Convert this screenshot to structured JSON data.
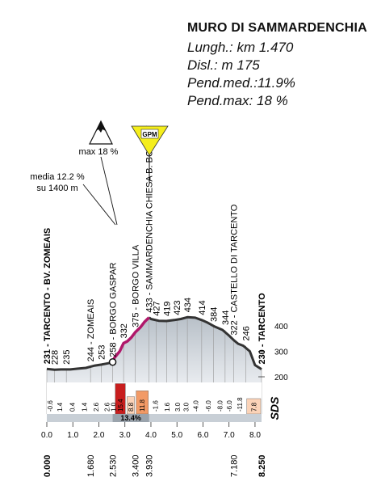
{
  "info": {
    "climb_name": "MURO DI SAMMARDENCHIA",
    "length": "Lungh.: km 1.470",
    "climb": "Disl.: m 175",
    "avg_gradient": "Pend.med.:11.9%",
    "max_gradient": "Pend.max: 18 %"
  },
  "annotations": {
    "max_label": "max 18 %",
    "media_line1": "media 12.2 %",
    "media_line2": "su 1400 m",
    "gpm": "GPM",
    "grade_band": "13.4%",
    "logo": "SDS"
  },
  "colors": {
    "profile_line": "#333333",
    "climb_line": "#b0186a",
    "grid": "#999999",
    "fill_top": "#b8c0c8",
    "fill_bottom": "#e8ebef",
    "gpm_yellow": "#f5ee1c",
    "bar_high": "#c81e1e",
    "bar_mid": "#f29a66",
    "bar_low": "#fbd3b8",
    "axis_band": "#c8cfd6"
  },
  "chart_data": {
    "type": "area",
    "title": "",
    "xlabel": "",
    "ylabel": "",
    "xlim": [
      0,
      8.25
    ],
    "ylim": [
      200,
      400
    ],
    "grid": true,
    "y_ticks": [
      200,
      300,
      400
    ],
    "x_ticks": [
      0.0,
      1.0,
      2.0,
      3.0,
      4.0,
      5.0,
      6.0,
      7.0,
      8.0
    ],
    "profile": {
      "x": [
        0.0,
        0.3,
        0.55,
        0.9,
        1.2,
        1.5,
        1.68,
        1.85,
        2.1,
        2.35,
        2.53,
        2.6,
        2.8,
        2.95,
        3.1,
        3.25,
        3.4,
        3.6,
        3.75,
        3.93,
        4.0,
        4.3,
        4.6,
        4.9,
        5.15,
        5.4,
        5.7,
        5.95,
        6.15,
        6.45,
        6.75,
        7.0,
        7.18,
        7.35,
        7.55,
        7.8,
        8.0,
        8.25
      ],
      "y": [
        231,
        228,
        229,
        229,
        232,
        235,
        240,
        244,
        248,
        253,
        258,
        275,
        300,
        332,
        340,
        355,
        375,
        395,
        415,
        433,
        427,
        420,
        419,
        423,
        427,
        434,
        432,
        423,
        414,
        397,
        384,
        362,
        344,
        330,
        322,
        300,
        246,
        230
      ]
    },
    "climb_segment": [
      2.53,
      3.93
    ],
    "top_labels": [
      {
        "km": 0.0,
        "alt": "231",
        "name": "TARCENTO - BV. ZOMEAIS",
        "bold": true
      },
      {
        "km": 0.3,
        "alt": "228",
        "name": ""
      },
      {
        "km": 0.75,
        "alt": "235",
        "name": ""
      },
      {
        "km": 1.68,
        "alt": "244",
        "name": "ZOMEAIS"
      },
      {
        "km": 2.1,
        "alt": "253",
        "name": ""
      },
      {
        "km": 2.53,
        "alt": "258",
        "name": "BORGO GASPAR"
      },
      {
        "km": 2.95,
        "alt": "332",
        "name": ""
      },
      {
        "km": 3.4,
        "alt": "375",
        "name": "BORGO VILLA"
      },
      {
        "km": 3.93,
        "alt": "433",
        "name": "SAMMARDENCHIA CHIESA B. BOSCUT"
      },
      {
        "km": 4.2,
        "alt": "427",
        "name": ""
      },
      {
        "km": 4.6,
        "alt": "419",
        "name": ""
      },
      {
        "km": 5.0,
        "alt": "423",
        "name": ""
      },
      {
        "km": 5.4,
        "alt": "434",
        "name": ""
      },
      {
        "km": 5.95,
        "alt": "414",
        "name": ""
      },
      {
        "km": 6.4,
        "alt": "384",
        "name": ""
      },
      {
        "km": 6.85,
        "alt": "344",
        "name": ""
      },
      {
        "km": 7.18,
        "alt": "322",
        "name": "CASTELLO DI TARCENTO"
      },
      {
        "km": 7.65,
        "alt": "246",
        "name": ""
      },
      {
        "km": 8.25,
        "alt": "230",
        "name": "TARCENTO",
        "bold": true
      }
    ],
    "gradients": [
      {
        "from": 0.0,
        "to": 0.25,
        "value": "-0.6",
        "pct": -0.6
      },
      {
        "from": 0.25,
        "to": 0.75,
        "value": "1.4",
        "pct": 1.4
      },
      {
        "from": 0.75,
        "to": 1.2,
        "value": "0.4",
        "pct": 0.4
      },
      {
        "from": 1.2,
        "to": 1.68,
        "value": "1.4",
        "pct": 1.4
      },
      {
        "from": 1.68,
        "to": 2.1,
        "value": "2.6",
        "pct": 2.6
      },
      {
        "from": 2.1,
        "to": 2.53,
        "value": "2.6",
        "pct": 2.6
      },
      {
        "from": 2.53,
        "to": 2.6,
        "value": "1.0",
        "pct": 1.0
      },
      {
        "from": 2.6,
        "to": 3.05,
        "value": "15.4",
        "pct": 15.4
      },
      {
        "from": 3.05,
        "to": 3.4,
        "value": "8.8",
        "pct": 8.8
      },
      {
        "from": 3.4,
        "to": 3.93,
        "value": "11.8",
        "pct": 11.8
      },
      {
        "from": 3.93,
        "to": 4.4,
        "value": "-1.6",
        "pct": -1.6
      },
      {
        "from": 4.4,
        "to": 4.85,
        "value": "1.6",
        "pct": 1.6
      },
      {
        "from": 4.85,
        "to": 5.2,
        "value": "3.0",
        "pct": 3.0
      },
      {
        "from": 5.2,
        "to": 5.5,
        "value": "3.0",
        "pct": 3.0
      },
      {
        "from": 5.5,
        "to": 5.95,
        "value": "-4.0",
        "pct": -4.0
      },
      {
        "from": 5.95,
        "to": 6.45,
        "value": "-6.0",
        "pct": -6.0
      },
      {
        "from": 6.45,
        "to": 6.85,
        "value": "-8.0",
        "pct": -8.0
      },
      {
        "from": 6.85,
        "to": 7.18,
        "value": "-6.0",
        "pct": -6.0
      },
      {
        "from": 7.18,
        "to": 7.65,
        "value": "-11.8",
        "pct": -11.8
      },
      {
        "from": 7.65,
        "to": 8.25,
        "value": "7.8",
        "pct": 7.8
      }
    ],
    "km_markers": [
      {
        "km": 0.0,
        "label": "0.000"
      },
      {
        "km": 1.68,
        "label": "1.680"
      },
      {
        "km": 2.53,
        "label": "2.530"
      },
      {
        "km": 3.4,
        "label": "3.400"
      },
      {
        "km": 3.93,
        "label": "3.930"
      },
      {
        "km": 7.18,
        "label": "7.180"
      },
      {
        "km": 8.25,
        "label": "8.250"
      }
    ]
  }
}
